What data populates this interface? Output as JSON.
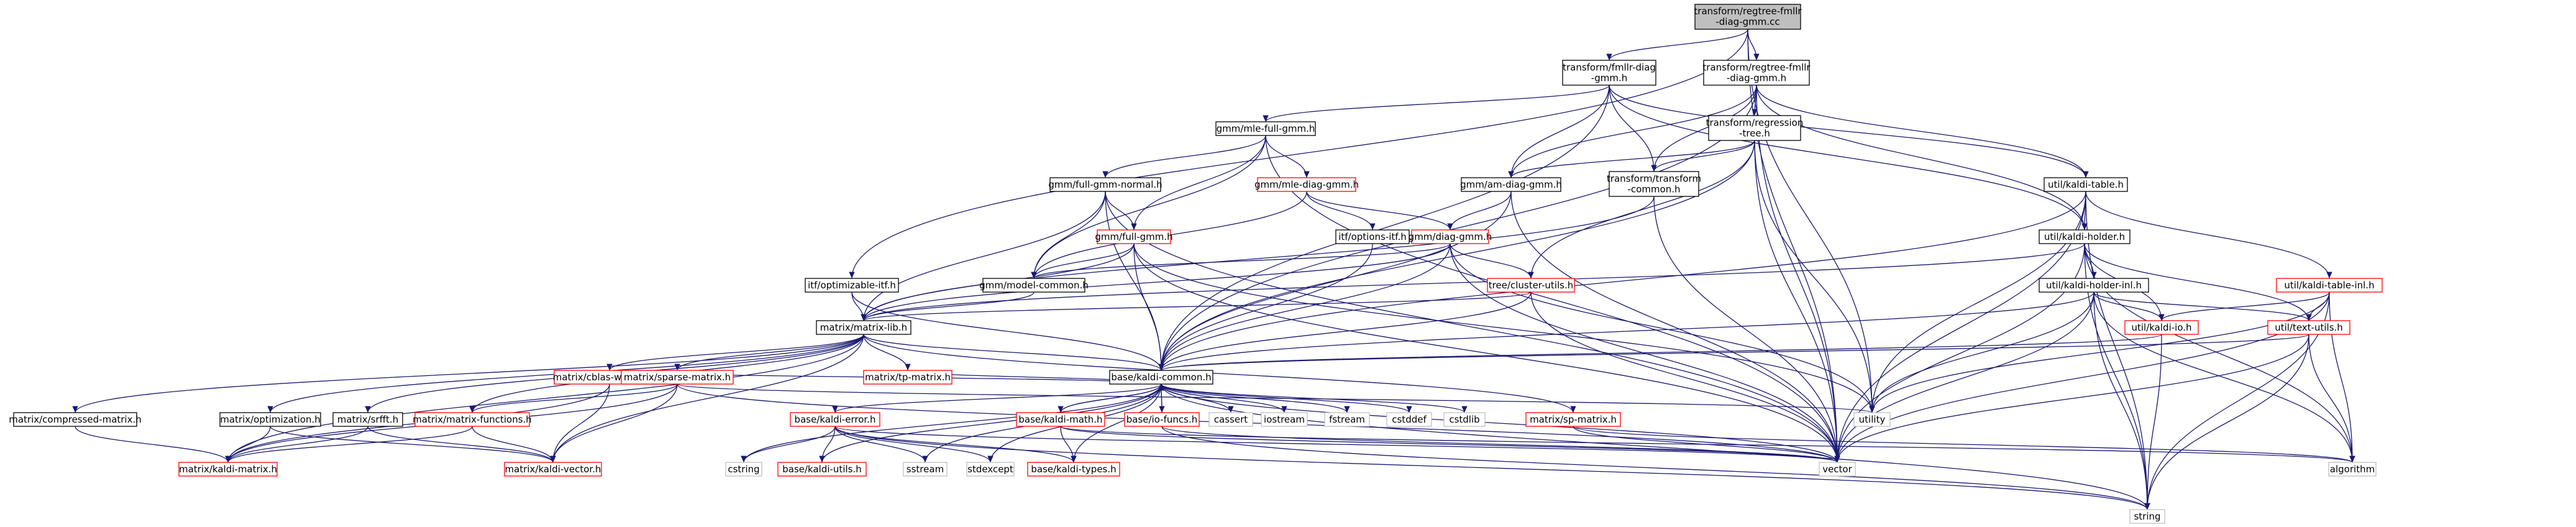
{
  "colors": {
    "edge": "#191970",
    "border_black": "#000000",
    "border_red": "#ff0000",
    "root_fill": "#bfbfbf",
    "node_fill": "#ffffff",
    "text": "#000000"
  },
  "root": {
    "line1": "transform/regtree-fmllr",
    "line2": "-diag-gmm.cc"
  },
  "nodes": [
    {
      "id": "fmllr_diag_gmm_h",
      "lines": [
        "transform/fmllr-diag",
        "-gmm.h"
      ],
      "border": "black"
    },
    {
      "id": "regtree_fmllr_h",
      "lines": [
        "transform/regtree-fmllr",
        "-diag-gmm.h"
      ],
      "border": "black"
    },
    {
      "id": "mle_full_gmm_h",
      "lines": [
        "gmm/mle-full-gmm.h"
      ],
      "border": "black"
    },
    {
      "id": "regression_tree_h",
      "lines": [
        "transform/regression",
        "-tree.h"
      ],
      "border": "black"
    },
    {
      "id": "full_gmm_normal_h",
      "lines": [
        "gmm/full-gmm-normal.h"
      ],
      "border": "black"
    },
    {
      "id": "mle_diag_gmm_h",
      "lines": [
        "gmm/mle-diag-gmm.h"
      ],
      "border": "red"
    },
    {
      "id": "am_diag_gmm_h",
      "lines": [
        "gmm/am-diag-gmm.h"
      ],
      "border": "black"
    },
    {
      "id": "transform_common_h",
      "lines": [
        "transform/transform",
        "-common.h"
      ],
      "border": "black"
    },
    {
      "id": "kaldi_table_h",
      "lines": [
        "util/kaldi-table.h"
      ],
      "border": "black"
    },
    {
      "id": "options_itf_h",
      "lines": [
        "itf/options-itf.h"
      ],
      "border": "black"
    },
    {
      "id": "full_gmm_h",
      "lines": [
        "gmm/full-gmm.h"
      ],
      "border": "red"
    },
    {
      "id": "diag_gmm_h",
      "lines": [
        "gmm/diag-gmm.h"
      ],
      "border": "red"
    },
    {
      "id": "kaldi_holder_h",
      "lines": [
        "util/kaldi-holder.h"
      ],
      "border": "black"
    },
    {
      "id": "optimizable_itf_h",
      "lines": [
        "itf/optimizable-itf.h"
      ],
      "border": "black"
    },
    {
      "id": "model_common_h",
      "lines": [
        "gmm/model-common.h"
      ],
      "border": "black"
    },
    {
      "id": "cluster_utils_h",
      "lines": [
        "tree/cluster-utils.h"
      ],
      "border": "red"
    },
    {
      "id": "kaldi_holder_inl_h",
      "lines": [
        "util/kaldi-holder-inl.h"
      ],
      "border": "black"
    },
    {
      "id": "kaldi_table_inl_h",
      "lines": [
        "util/kaldi-table-inl.h"
      ],
      "border": "red"
    },
    {
      "id": "matrix_lib_h",
      "lines": [
        "matrix/matrix-lib.h"
      ],
      "border": "black"
    },
    {
      "id": "kaldi_io_h",
      "lines": [
        "util/kaldi-io.h"
      ],
      "border": "red"
    },
    {
      "id": "text_utils_h",
      "lines": [
        "util/text-utils.h"
      ],
      "border": "red"
    },
    {
      "id": "blas_wrappers_h",
      "lines": [
        "matrix/cblas-wrappers.h"
      ],
      "border": "red"
    },
    {
      "id": "sparse_matrix_h",
      "lines": [
        "matrix/sparse-matrix.h"
      ],
      "border": "red"
    },
    {
      "id": "tp_matrix_h",
      "lines": [
        "matrix/tp-matrix.h"
      ],
      "border": "red"
    },
    {
      "id": "kaldi_common_h",
      "lines": [
        "base/kaldi-common.h"
      ],
      "border": "black"
    },
    {
      "id": "compressed_matrix_h",
      "lines": [
        "matrix/compressed-matrix.h"
      ],
      "border": "black"
    },
    {
      "id": "optimization_h",
      "lines": [
        "matrix/optimization.h"
      ],
      "border": "black"
    },
    {
      "id": "srfft_h",
      "lines": [
        "matrix/srfft.h"
      ],
      "border": "black"
    },
    {
      "id": "matrix_functions_h",
      "lines": [
        "matrix/matrix-functions.h"
      ],
      "border": "red"
    },
    {
      "id": "kaldi_error_h",
      "lines": [
        "base/kaldi-error.h"
      ],
      "border": "red"
    },
    {
      "id": "kaldi_math_h",
      "lines": [
        "base/kaldi-math.h"
      ],
      "border": "red"
    },
    {
      "id": "io_funcs_h",
      "lines": [
        "base/io-funcs.h"
      ],
      "border": "red"
    },
    {
      "id": "cassert",
      "lines": [
        "cassert"
      ],
      "border": "light"
    },
    {
      "id": "iostream",
      "lines": [
        "iostream"
      ],
      "border": "light"
    },
    {
      "id": "fstream",
      "lines": [
        "fstream"
      ],
      "border": "light"
    },
    {
      "id": "cstddef",
      "lines": [
        "cstddef"
      ],
      "border": "light"
    },
    {
      "id": "cstdlib",
      "lines": [
        "cstdlib"
      ],
      "border": "light"
    },
    {
      "id": "sp_matrix_h",
      "lines": [
        "matrix/sp-matrix.h"
      ],
      "border": "red"
    },
    {
      "id": "utility",
      "lines": [
        "utility"
      ],
      "border": "light"
    },
    {
      "id": "kaldi_matrix_h",
      "lines": [
        "matrix/kaldi-matrix.h"
      ],
      "border": "red"
    },
    {
      "id": "kaldi_vector_h",
      "lines": [
        "matrix/kaldi-vector.h"
      ],
      "border": "red"
    },
    {
      "id": "cstring",
      "lines": [
        "cstring"
      ],
      "border": "light"
    },
    {
      "id": "kaldi_utils_h",
      "lines": [
        "base/kaldi-utils.h"
      ],
      "border": "red"
    },
    {
      "id": "sstream",
      "lines": [
        "sstream"
      ],
      "border": "light"
    },
    {
      "id": "stdexcept",
      "lines": [
        "stdexcept"
      ],
      "border": "light"
    },
    {
      "id": "kaldi_types_h",
      "lines": [
        "base/kaldi-types.h"
      ],
      "border": "red"
    },
    {
      "id": "vector",
      "lines": [
        "vector"
      ],
      "border": "light"
    },
    {
      "id": "algorithm",
      "lines": [
        "algorithm"
      ],
      "border": "light"
    },
    {
      "id": "string",
      "lines": [
        "string"
      ],
      "border": "light"
    }
  ]
}
